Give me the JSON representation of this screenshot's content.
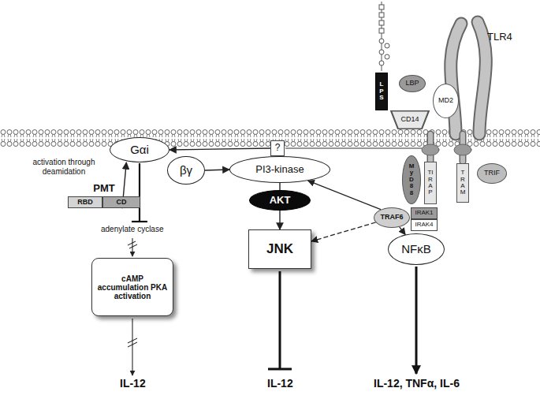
{
  "diagram": {
    "nodes": [
      {
        "text": [
          "Gαi"
        ]
      },
      {
        "text": [
          "PMT"
        ]
      },
      {
        "text": [
          "RBD"
        ],
        "in": 1
      },
      {
        "text": [
          "CD"
        ],
        "in": 1
      },
      {
        "text": [
          "βγ"
        ]
      },
      {
        "text": [
          "PI3-kinase"
        ]
      },
      {
        "text": [
          "AKT"
        ]
      },
      {
        "text": [
          "JNK"
        ]
      },
      {
        "text": [
          "NFκB"
        ]
      },
      {
        "text": [
          "?"
        ]
      },
      {
        "text": [
          "cAMP accumulation PKA activation"
        ]
      },
      {
        "text": [
          "LPS"
        ]
      },
      {
        "text": [
          "LBP"
        ]
      },
      {
        "text": [
          "CD14"
        ]
      },
      {
        "text": [
          "MD2"
        ]
      },
      {
        "text": [
          "MyD88"
        ]
      },
      {
        "text": [
          "TIRAP"
        ]
      },
      {
        "text": [
          "TRAM"
        ]
      },
      {
        "text": [
          "TRIF"
        ]
      },
      {
        "text": [
          "TRAF6"
        ]
      },
      {
        "text": [
          "IRAK1"
        ]
      },
      {
        "text": [
          "IRAK4"
        ]
      }
    ],
    "edges": [
      {
        "from": 1,
        "to": 0,
        "arrow": "to"
      },
      {
        "from": 9,
        "to": 0,
        "arrow": "to"
      },
      {
        "from": 4,
        "to": 5,
        "arrow": "to"
      },
      {
        "from": 19,
        "to": 5,
        "arrow": "to"
      },
      {
        "from": 5,
        "to": 6,
        "arrow": "none"
      },
      {
        "from": 6,
        "to": 7,
        "arrow": "to"
      },
      {
        "from": 19,
        "to": 7,
        "arrow": "to"
      },
      {
        "from": 19,
        "to": 8,
        "arrow": "to"
      }
    ],
    "labels": [
      "TLR4",
      "activation through deamidation",
      "adenylate cyclase",
      "IL-12",
      "IL-12",
      "IL-12, TNFα, IL-6"
    ]
  }
}
